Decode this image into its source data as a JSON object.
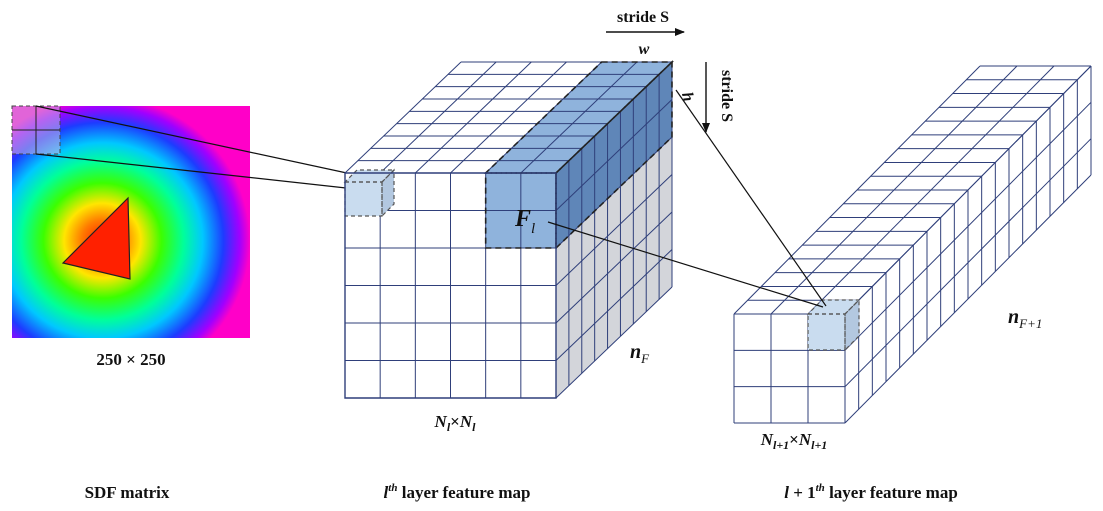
{
  "sdf": {
    "size_label": "250 × 250",
    "caption": "SDF matrix"
  },
  "layer_l": {
    "feature_symbol": "F",
    "feature_sub": "l",
    "kernel_w": "w",
    "kernel_h": "h",
    "depth_symbol": "n",
    "depth_sub": "F",
    "size_a": "N",
    "size_a_sub": "l",
    "times": "×",
    "size_b": "N",
    "size_b_sub": "l",
    "caption_l": "l",
    "caption_sup": "th",
    "caption_rest": " layer feature map"
  },
  "layer_next": {
    "depth_symbol": "n",
    "depth_sub": "F+1",
    "size_a": "N",
    "size_a_sub": "l+1",
    "times": "×",
    "size_b": "N",
    "size_b_sub": "l+1",
    "caption_prefix": "l",
    "caption_plus": " + 1",
    "caption_sup": "th",
    "caption_rest": " layer feature map"
  },
  "stride": {
    "horizontal": "stride S",
    "vertical": "stride S"
  },
  "colors": {
    "grid_line": "#2f3f7a",
    "side_face": "#d3d5da",
    "kernel_fill": "#8fb3dc",
    "kernel_fill_dark": "#5f86b8",
    "patch_fill": "#c9dcef"
  }
}
